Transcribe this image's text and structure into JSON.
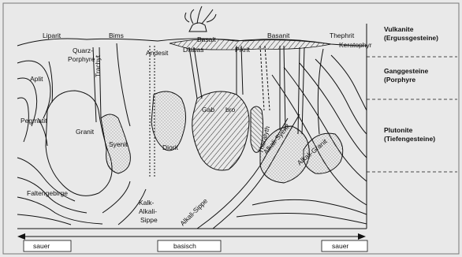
{
  "rock_labels": {
    "liparit": "Liparit",
    "bims": "Bims",
    "quarz": "Quarz-",
    "porphyre": "Porphyre",
    "trachyt": "Trachyt",
    "andesit": "Andesit",
    "basalt": "Basalt",
    "diabas": "Diabas",
    "pikrit": "Pikrit",
    "basanit": "Basanit",
    "thephrit": "Thephrit",
    "keratophyr": "Keratophyr",
    "aplit": "Aplit",
    "pegmatit": "Pegmatit",
    "granit": "Granit",
    "syenit": "Syenit",
    "diorit": "Diorit",
    "gab": "Gab",
    "bro": "bro",
    "theralyth": "Theralyth",
    "alkali_syenit": "Alkali-Syenit",
    "alkali_granit": "Alkali-Granit",
    "faltengebirge": "Faltengebirge",
    "kalk": "Kalk-",
    "alkali": "Alkali-",
    "sippe": "Sippe",
    "alkali_sippe": "Alkali-Sippe"
  },
  "zones": [
    {
      "title": "Vulkanite",
      "subtitle": "(Ergussgesteine)"
    },
    {
      "title": "Ganggesteine",
      "subtitle": "(Porphyre"
    },
    {
      "title": "Plutonite",
      "subtitle": "(Tiefengesteine)"
    }
  ],
  "scale": {
    "left": "sauer",
    "middle": "basisch",
    "right": "sauer"
  },
  "colors": {
    "background": "#e9e9e9",
    "ink": "#111111",
    "stipple": "#666666"
  }
}
